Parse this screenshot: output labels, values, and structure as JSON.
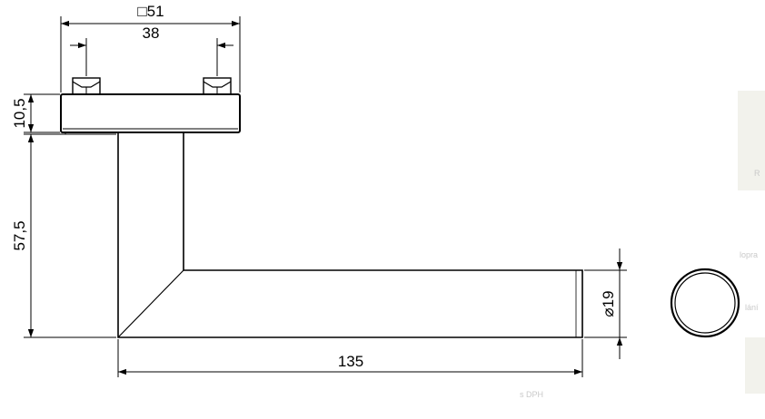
{
  "drawing": {
    "title": "",
    "dimensions": {
      "rose_square": "□51",
      "screw_spacing": "38",
      "rose_height": "10,5",
      "handle_height": "57,5",
      "handle_length": "135",
      "handle_diameter": "⌀19"
    }
  },
  "background_fragments": {
    "price_note": "s DPH",
    "right_text_1": "R",
    "right_text_2": "lopra",
    "right_text_3": "lání"
  }
}
